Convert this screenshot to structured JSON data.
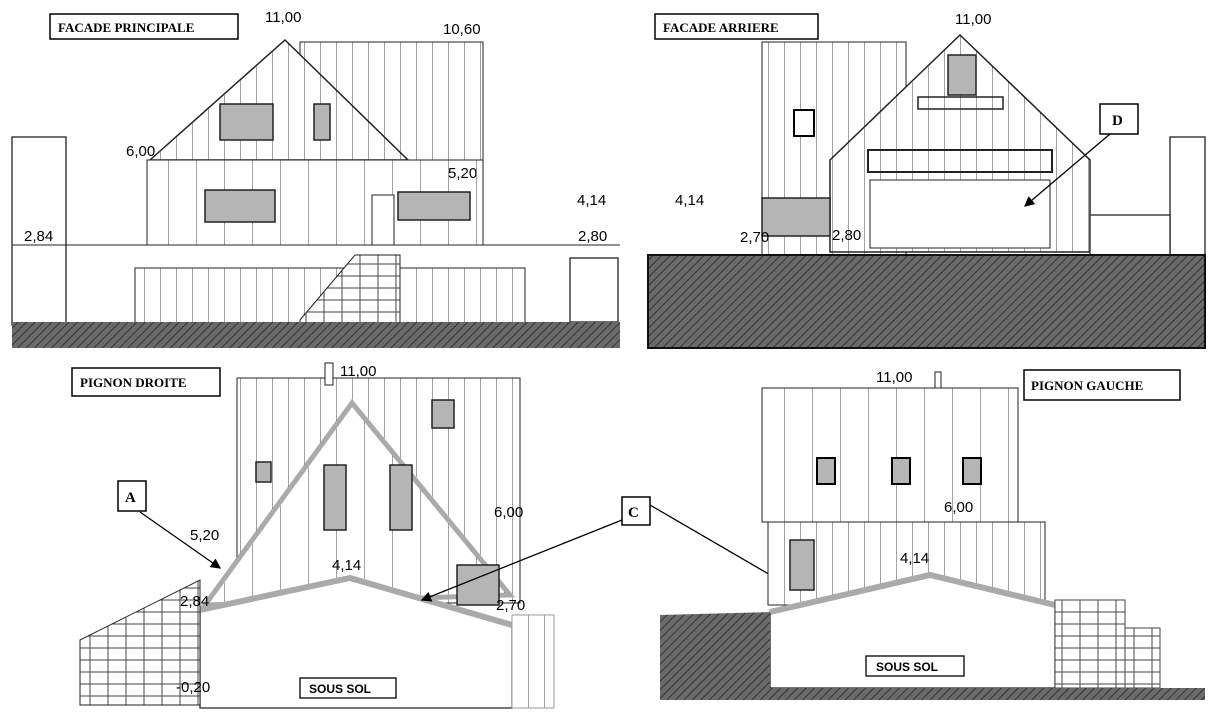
{
  "panels": {
    "facade_principale": {
      "title": "FACADE PRINCIPALE",
      "levels": [
        "11,00",
        "10,60",
        "6,00",
        "5,20",
        "4,14",
        "2,84",
        "2,80"
      ]
    },
    "facade_arriere": {
      "title": "FACADE ARRIERE",
      "levels": [
        "11,00",
        "4,14",
        "2,70",
        "2,80"
      ],
      "marker": "D"
    },
    "pignon_droite": {
      "title": "PIGNON DROITE",
      "levels": [
        "11,00",
        "5,20",
        "6,00",
        "4,14",
        "2,84",
        "2,70",
        "-0,20"
      ],
      "marker_a": "A",
      "marker_c": "C",
      "room": "SOUS SOL"
    },
    "pignon_gauche": {
      "title": "PIGNON GAUCHE",
      "levels": [
        "11,00",
        "6,00",
        "4,14"
      ],
      "room": "SOUS SOL"
    }
  },
  "colors": {
    "ground": "#555555",
    "window": "#b5b5b5",
    "line": "#222222"
  }
}
